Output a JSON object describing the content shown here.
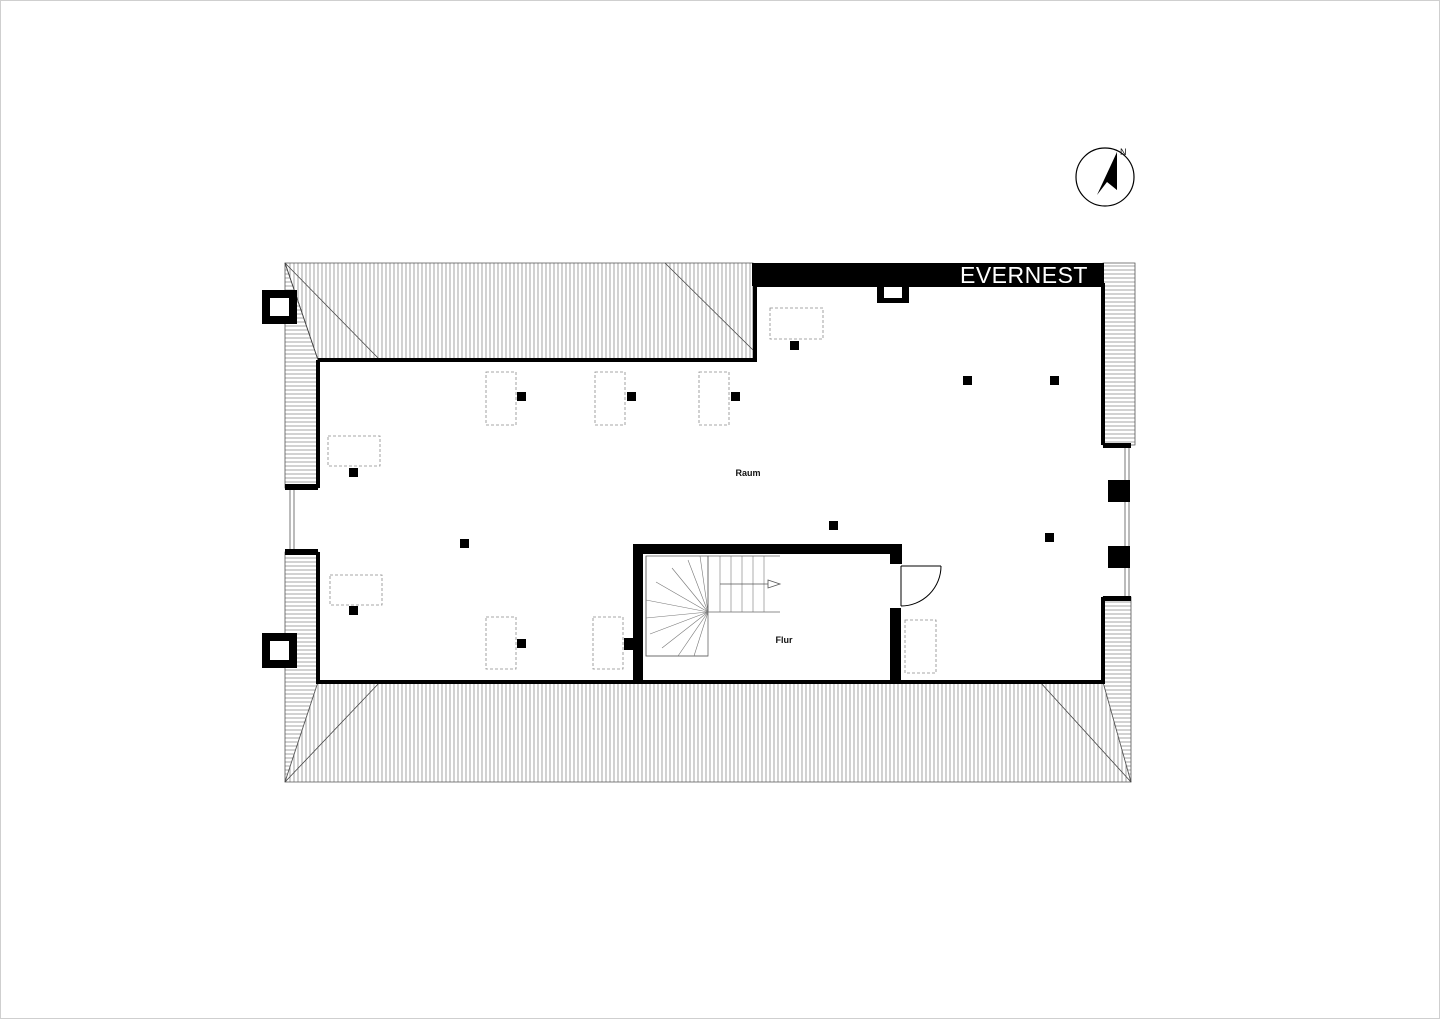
{
  "brand": {
    "name": "EVERNEST"
  },
  "rooms": [
    {
      "label": "Raum"
    },
    {
      "label": "Flur"
    }
  ],
  "compass": {
    "letter": "N",
    "icon": "north-arrow-icon"
  },
  "colors": {
    "wall": "#000000",
    "background": "#ffffff",
    "hatch": "#555555",
    "furniture": "#8a8a8a"
  }
}
